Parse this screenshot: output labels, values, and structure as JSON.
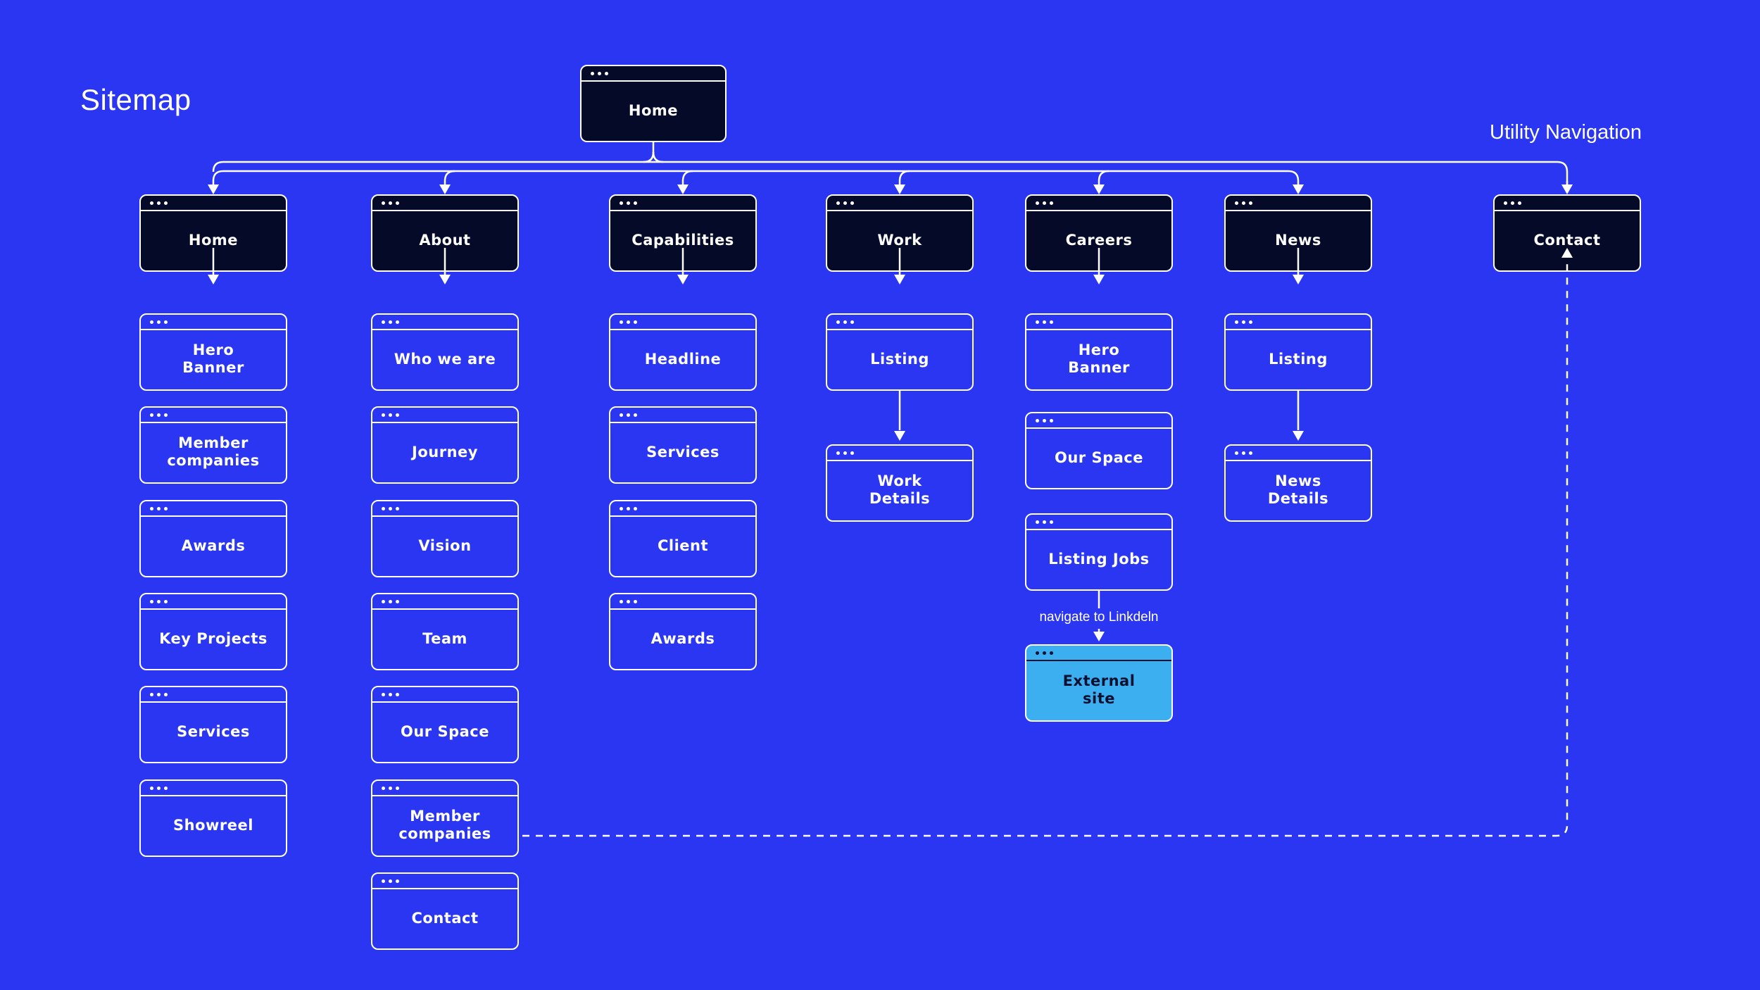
{
  "page": {
    "title": "Sitemap",
    "utility_label": "Utility Navigation"
  },
  "colors": {
    "background": "#2A36F2",
    "node_dark": "#040A28",
    "node_light_blue": "#3BAFF0",
    "line_white": "#FFFFFF",
    "dark_text": "#0A1030"
  },
  "root": {
    "label": "Home"
  },
  "columns": [
    {
      "id": "home",
      "label": "Home",
      "children": [
        {
          "label": "Hero\nBanner"
        },
        {
          "label": "Member\ncompanies"
        },
        {
          "label": "Awards"
        },
        {
          "label": "Key Projects"
        },
        {
          "label": "Services"
        },
        {
          "label": "Showreel"
        }
      ]
    },
    {
      "id": "about",
      "label": "About",
      "children": [
        {
          "label": "Who we are"
        },
        {
          "label": "Journey"
        },
        {
          "label": "Vision"
        },
        {
          "label": "Team"
        },
        {
          "label": "Our Space"
        },
        {
          "label": "Member\ncompanies"
        },
        {
          "label": "Contact"
        }
      ]
    },
    {
      "id": "capabilities",
      "label": "Capabilities",
      "children": [
        {
          "label": "Headline"
        },
        {
          "label": "Services"
        },
        {
          "label": "Client"
        },
        {
          "label": "Awards"
        }
      ]
    },
    {
      "id": "work",
      "label": "Work",
      "children": [
        {
          "label": "Listing"
        },
        {
          "label": "Work\nDetails"
        }
      ]
    },
    {
      "id": "careers",
      "label": "Careers",
      "children": [
        {
          "label": "Hero\nBanner"
        },
        {
          "label": "Our Space"
        },
        {
          "label": "Listing Jobs"
        },
        {
          "label": "External\nsite",
          "variant": "external"
        }
      ]
    },
    {
      "id": "news",
      "label": "News",
      "children": [
        {
          "label": "Listing"
        },
        {
          "label": "News\nDetails"
        }
      ]
    },
    {
      "id": "contact",
      "label": "Contact",
      "children": []
    }
  ],
  "links": [
    {
      "from": "work.0",
      "to": "work.1",
      "style": "solid"
    },
    {
      "from": "news.0",
      "to": "news.1",
      "style": "solid"
    },
    {
      "from": "careers.2",
      "to": "careers.3",
      "style": "solid",
      "label": "navigate to Linkdeln"
    },
    {
      "from": "about.5",
      "to": "contact",
      "style": "dashed"
    }
  ],
  "annotations": {
    "external_link_note": "navigate to Linkdeln"
  }
}
